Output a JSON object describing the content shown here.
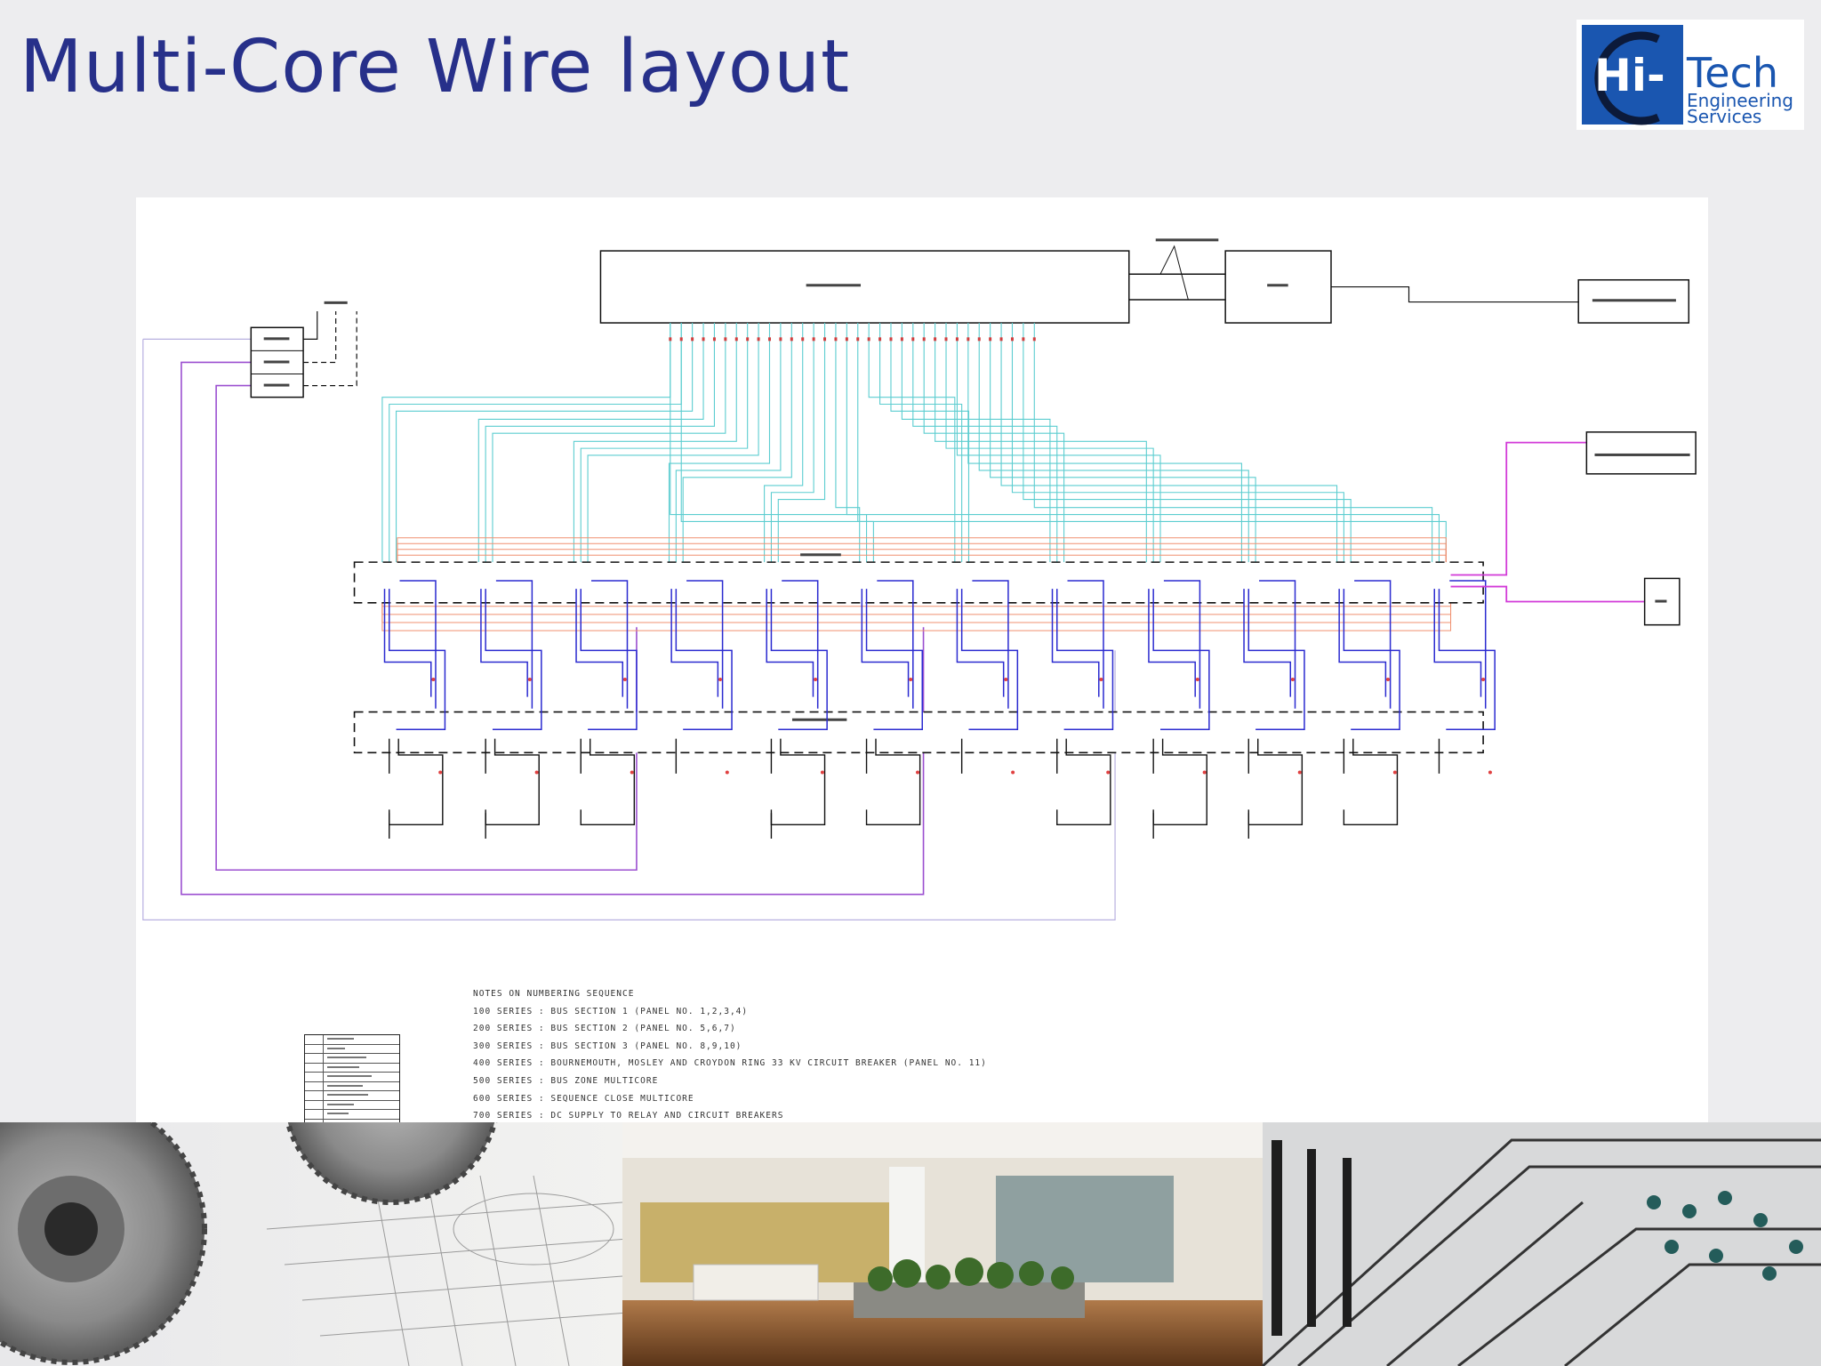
{
  "slide": {
    "title": "Multi-Core Wire layout"
  },
  "logo": {
    "hi": "Hi-",
    "tech": "Tech",
    "line1": "Engineering",
    "line2": "Services"
  },
  "drawing": {
    "notes": [
      "NOTES ON NUMBERING SEQUENCE",
      "100 SERIES : BUS SECTION 1 (PANEL NO. 1,2,3,4)",
      "200 SERIES : BUS SECTION 2 (PANEL NO. 5,6,7)",
      "300 SERIES : BUS SECTION 3 (PANEL NO. 8,9,10)",
      "400 SERIES : BOURNEMOUTH, MOSLEY AND CROYDON RING 33 KV CIRCUIT BREAKER (PANEL NO. 11)",
      "500 SERIES : BUS ZONE MULTICORE",
      "600 SERIES : SEQUENCE CLOSE MULTICORE",
      "700 SERIES : DC SUPPLY TO RELAY AND CIRCUIT BREAKERS"
    ]
  },
  "colors": {
    "title": "#27308a",
    "logo_blue": "#1a56b0",
    "cyan_wire": "#5ccdd0",
    "orange_wire": "#f09070",
    "blue_wire": "#2a2ad0",
    "purple_wire": "#9b4fd0",
    "magenta_wire": "#d23ad8"
  }
}
